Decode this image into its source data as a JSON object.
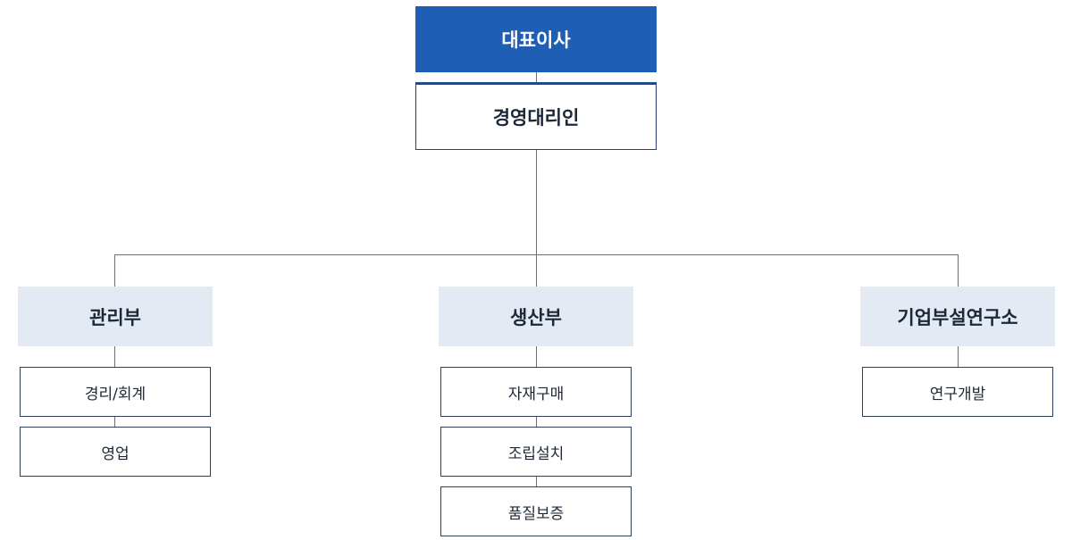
{
  "org": {
    "ceo": "대표이사",
    "agent": "경영대리인",
    "departments": [
      {
        "name": "관리부",
        "teams": [
          "경리/회계",
          "영업"
        ]
      },
      {
        "name": "생산부",
        "teams": [
          "자재구매",
          "조립설치",
          "품질보증"
        ]
      },
      {
        "name": "기업부설연구소",
        "teams": [
          "연구개발"
        ]
      }
    ]
  }
}
